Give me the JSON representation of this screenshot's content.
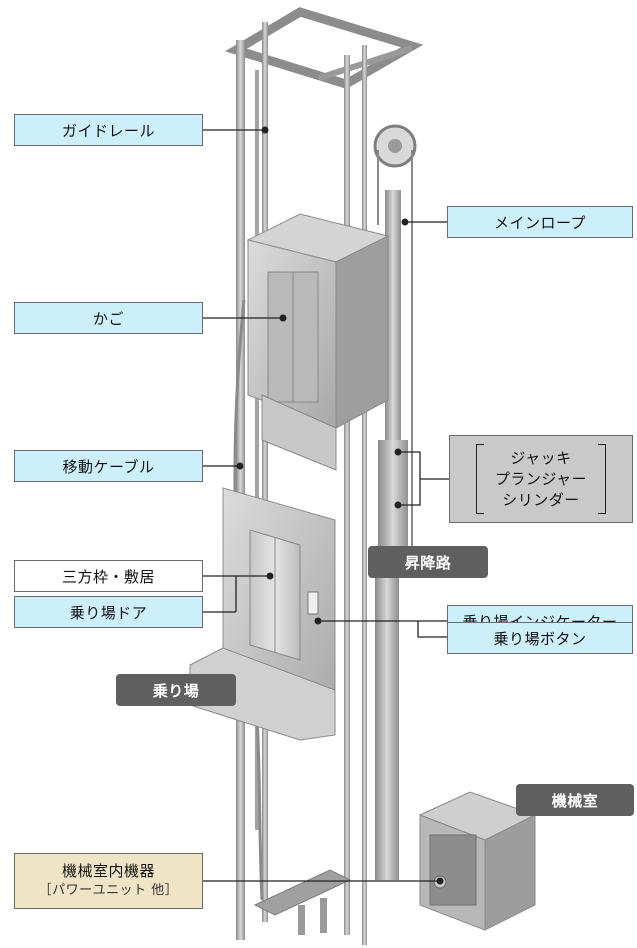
{
  "labels": {
    "guide_rail": "ガイドレール",
    "main_rope": "メインロープ",
    "car": "かご",
    "traveling_cable": "移動ケーブル",
    "jack_line1": "ジャッキ",
    "jack_line2": "プランジャー",
    "jack_line3": "シリンダー",
    "hoistway": "昇降路",
    "jamb_sill": "三方枠・敷居",
    "landing_door": "乗り場ドア",
    "landing_indicator": "乗り場インジケーター",
    "landing_button": "乗り場ボタン",
    "landing": "乗り場",
    "machine_room": "機械室",
    "machine_equipment_line1": "機械室内機器",
    "machine_equipment_line2": "［パワーユニット 他］"
  },
  "colors": {
    "label_blue": "#cdeefb",
    "label_dark": "#5f5f5f",
    "label_grey": "#c9c9c9",
    "label_beige": "#efe4c6",
    "metal_light": "#d4d4d4",
    "metal_mid": "#a9a9a9",
    "metal_dark": "#7d7d7d"
  }
}
